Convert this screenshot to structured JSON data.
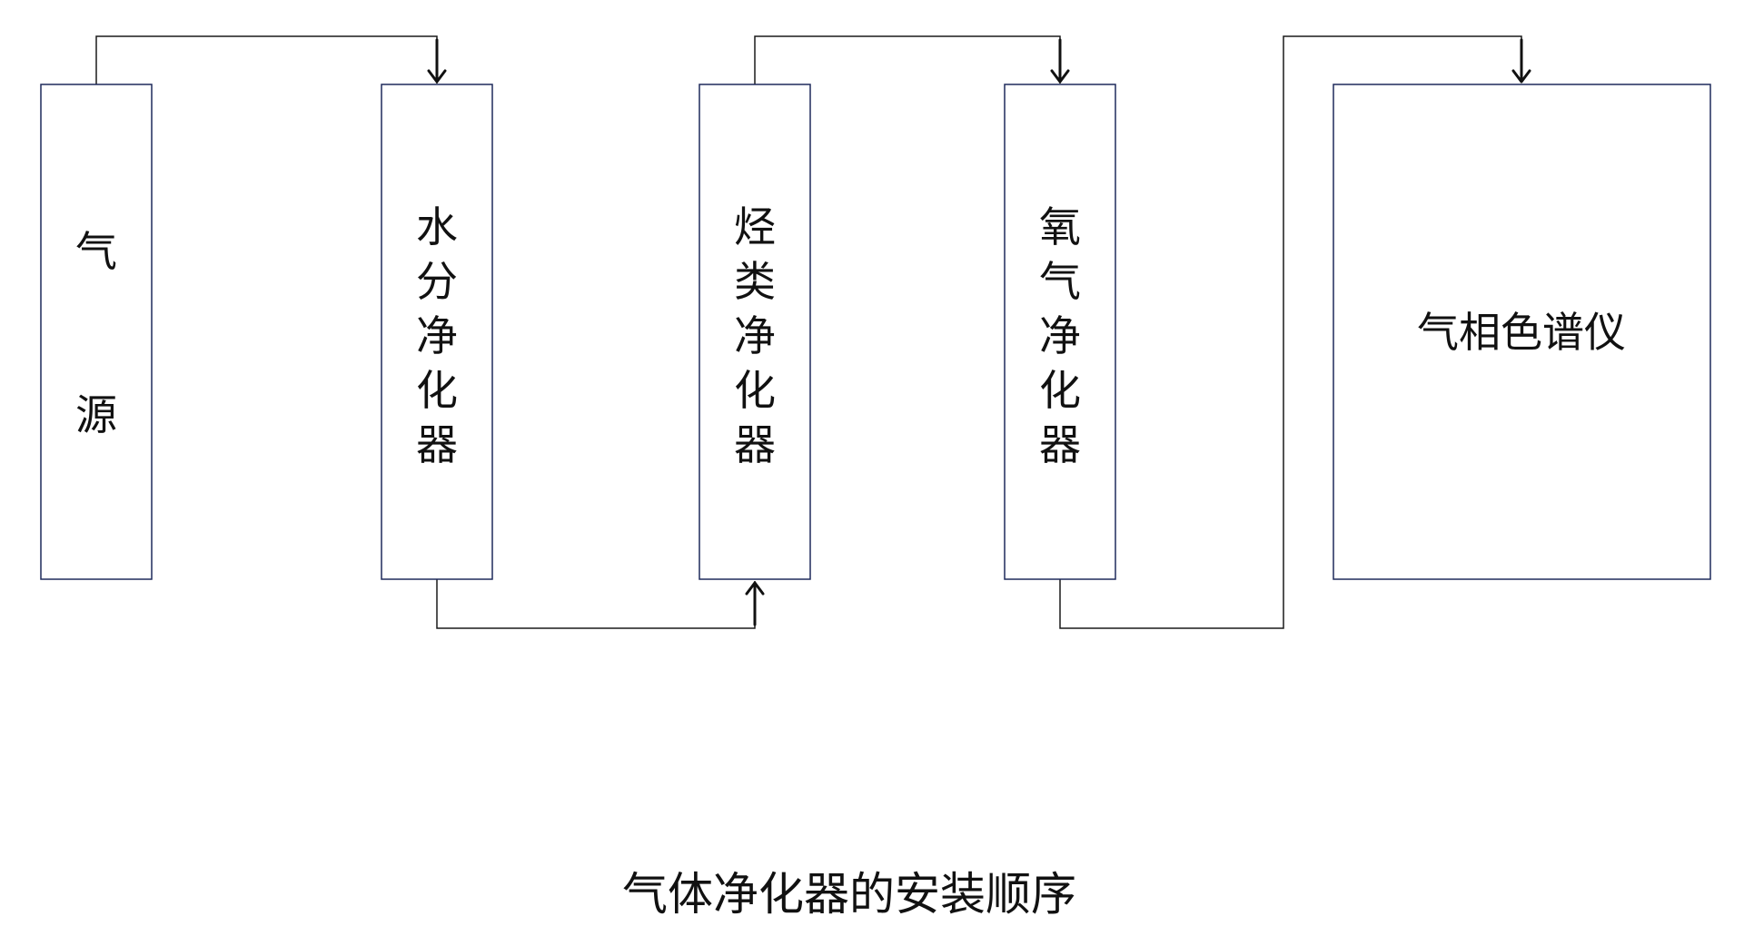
{
  "diagram": {
    "boxes": [
      {
        "id": "gas-source",
        "label": "气源",
        "orientation": "vertical"
      },
      {
        "id": "water-purifier",
        "label": "水分净化器",
        "orientation": "vertical"
      },
      {
        "id": "hydrocarbon-purifier",
        "label": "烃类净化器",
        "orientation": "vertical"
      },
      {
        "id": "oxygen-purifier",
        "label": "氧气净化器",
        "orientation": "vertical"
      },
      {
        "id": "gas-chromatograph",
        "label": "气相色谱仪",
        "orientation": "horizontal"
      }
    ],
    "connections": [
      {
        "from": "gas-source",
        "to": "water-purifier",
        "route": "top"
      },
      {
        "from": "water-purifier",
        "to": "hydrocarbon-purifier",
        "route": "bottom"
      },
      {
        "from": "hydrocarbon-purifier",
        "to": "oxygen-purifier",
        "route": "top"
      },
      {
        "from": "oxygen-purifier",
        "to": "gas-chromatograph",
        "route": "bottom-then-top"
      }
    ],
    "colors": {
      "box_border": "#1f2a5c",
      "connector": "#1a1a1a",
      "text": "#111111"
    }
  },
  "caption": "气体净化器的安装顺序"
}
